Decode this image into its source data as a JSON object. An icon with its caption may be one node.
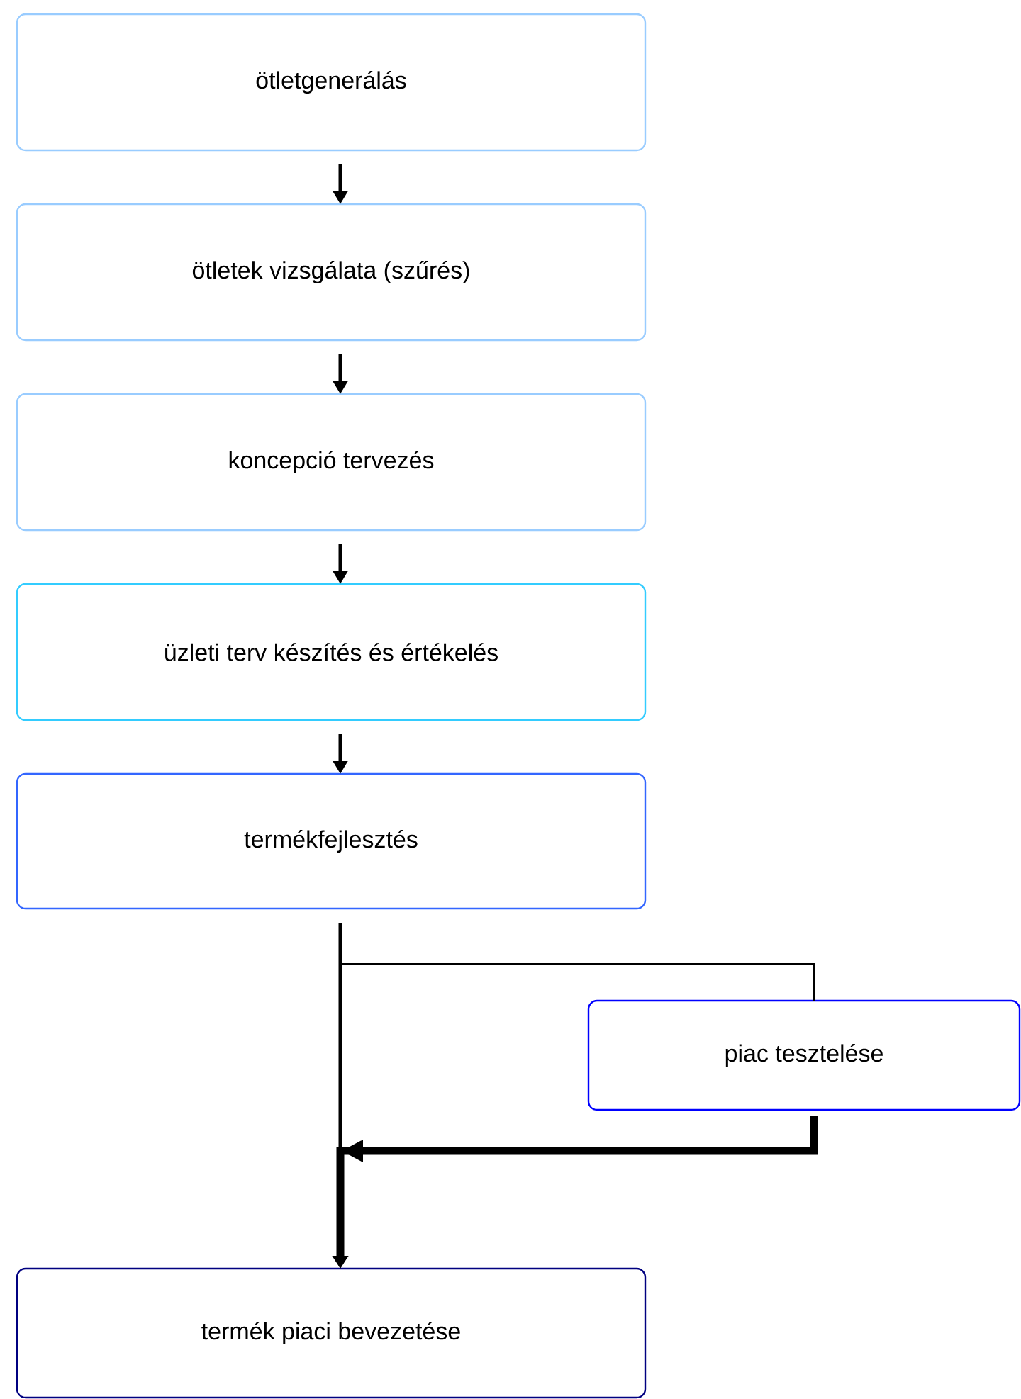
{
  "diagram": {
    "nodes": [
      {
        "text": [
          "ötletgenerálás"
        ]
      },
      {
        "text": [
          "ötletek vizsgálata (szűrés)"
        ]
      },
      {
        "text": [
          "koncepció tervezés"
        ]
      },
      {
        "text": [
          "üzleti terv készítés és értékelés"
        ]
      },
      {
        "text": [
          "termékfejlesztés"
        ]
      },
      {
        "text": [
          "piac tesztelése"
        ]
      },
      {
        "text": [
          "termék piaci bevezetése"
        ]
      }
    ],
    "edges": [
      {
        "from": 0,
        "to": 1,
        "arrow": "to"
      },
      {
        "from": 1,
        "to": 2,
        "arrow": "to"
      },
      {
        "from": 2,
        "to": 3,
        "arrow": "to"
      },
      {
        "from": 3,
        "to": 4,
        "arrow": "to"
      },
      {
        "from": 4,
        "to": 6,
        "arrow": "to"
      },
      {
        "from": 4,
        "to": 5,
        "arrow": "none"
      },
      {
        "from": 5,
        "to": 6,
        "arrow": "to",
        "style": "thick"
      }
    ]
  }
}
